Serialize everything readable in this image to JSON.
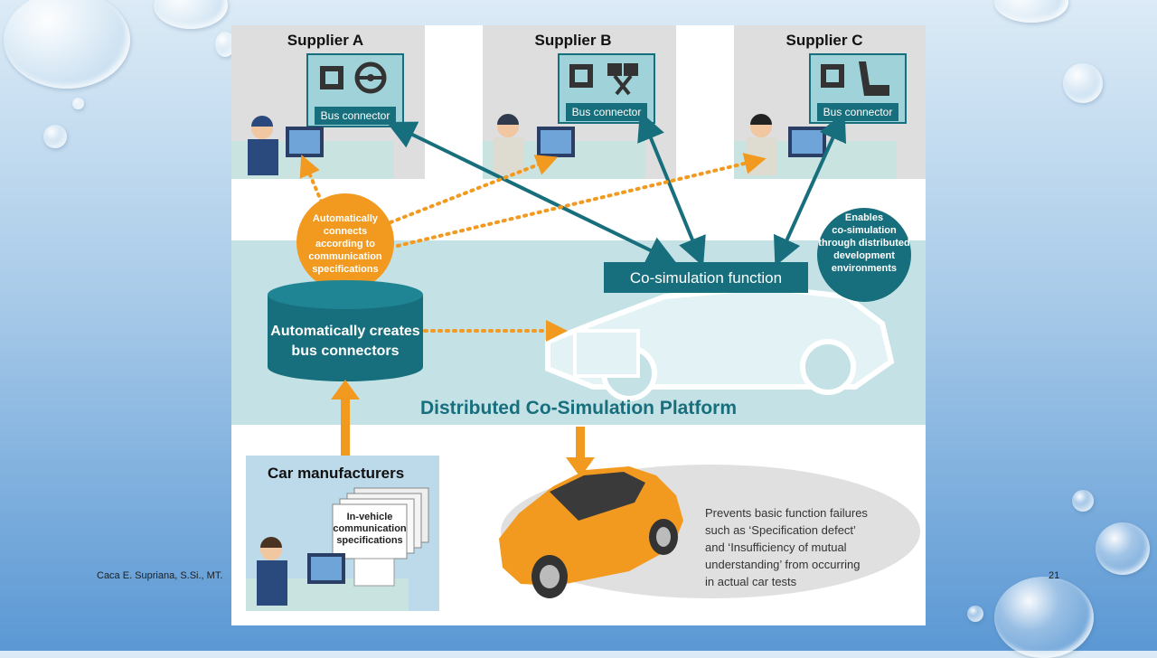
{
  "suppliers": [
    {
      "name": "Supplier A",
      "connector": "Bus connector",
      "part_icon": "steering-wheel-icon"
    },
    {
      "name": "Supplier B",
      "connector": "Bus connector",
      "part_icon": "piston-icon"
    },
    {
      "name": "Supplier C",
      "connector": "Bus connector",
      "part_icon": "car-seat-icon"
    }
  ],
  "circle_note": [
    "Automatically",
    "connects",
    "according to",
    "communication",
    "specifications"
  ],
  "enables_note": [
    "Enables",
    "co-simulation",
    "through distributed",
    "development",
    "environments"
  ],
  "cosim_function": "Co-simulation function",
  "database_label": [
    "Automatically creates",
    "bus connectors"
  ],
  "platform_title": "Distributed Co-Simulation Platform",
  "manufacturer": {
    "title": "Car manufacturers",
    "doc_label": [
      "In-vehicle",
      "communication",
      "specifications"
    ]
  },
  "prevents_note": [
    "Prevents basic function failures",
    "such as ‘Specification defect’",
    "and ‘Insufficiency of mutual",
    "understanding’ from occurring",
    "in actual car tests"
  ],
  "footer": {
    "author": "Caca E. Supriana, S.Si., MT.",
    "page": "21"
  },
  "colors": {
    "teal": "#176e7c",
    "light_teal": "#c4e2e6",
    "orange": "#f29a1f",
    "gray_panel": "#dedede",
    "slide_bg": "#ffffff"
  }
}
